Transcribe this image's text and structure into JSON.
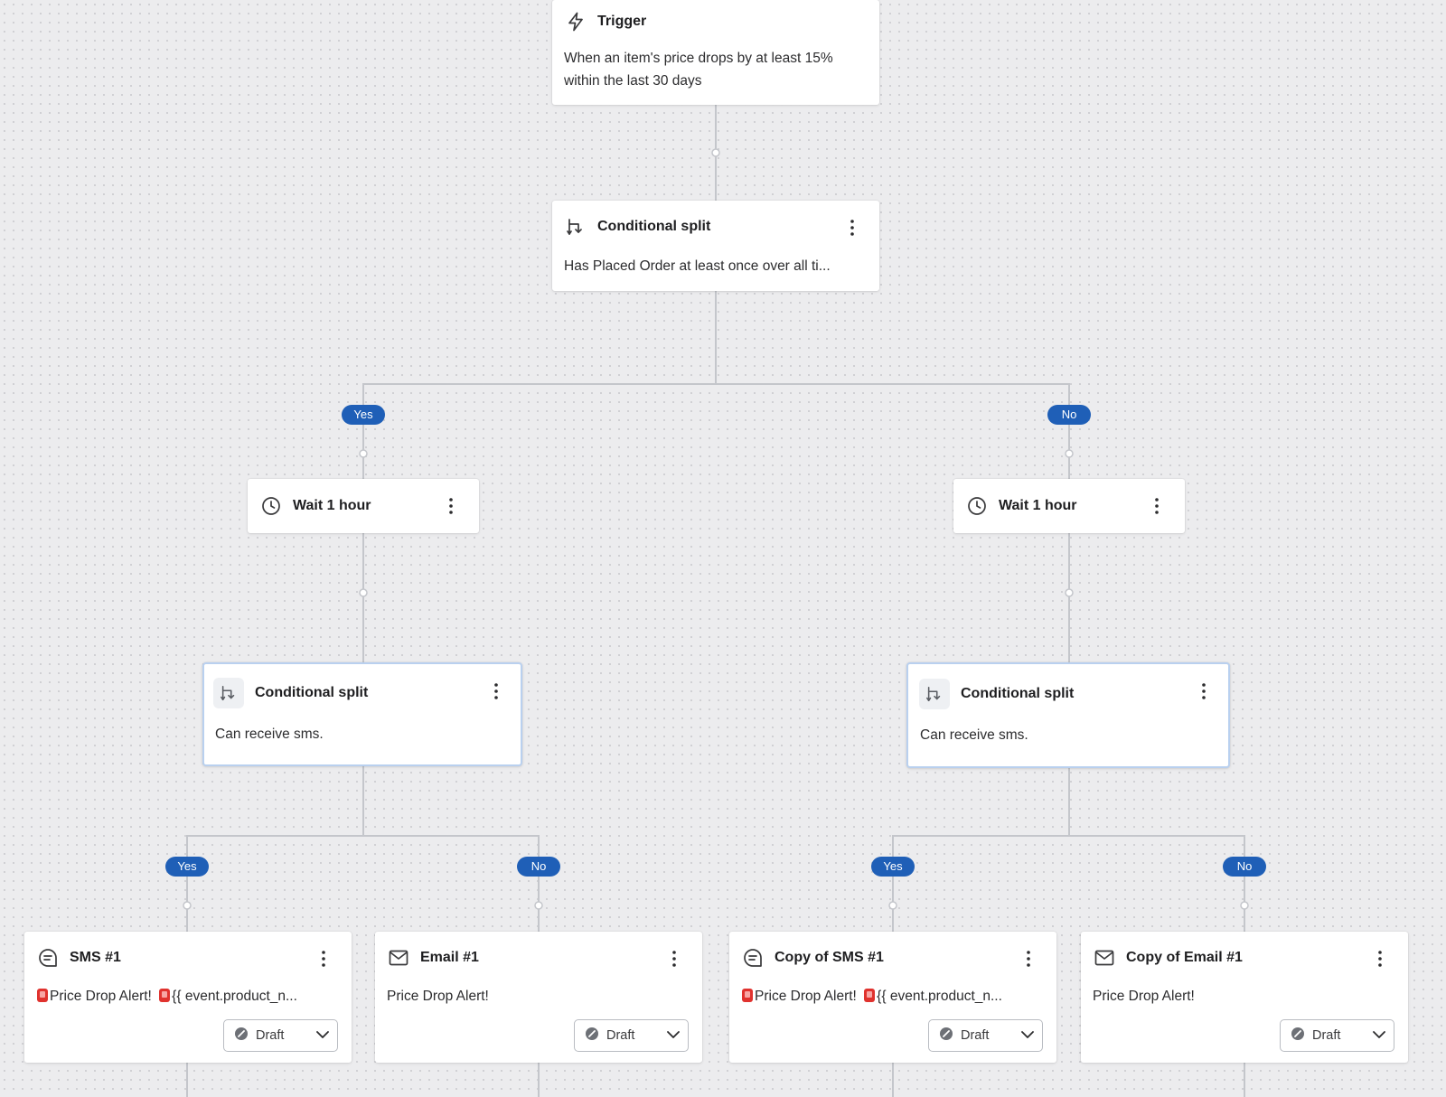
{
  "trigger": {
    "title": "Trigger",
    "description_line1": "When an item's price drops by at least 15%",
    "description_line2": "within the last 30 days",
    "icon": "lightning-icon"
  },
  "split_main": {
    "title": "Conditional split",
    "description": "Has Placed Order at least once over all ti...",
    "icon": "split-icon"
  },
  "branch_labels": {
    "yes": "Yes",
    "no": "No"
  },
  "wait_left": {
    "title": "Wait 1 hour",
    "icon": "clock-icon"
  },
  "wait_right": {
    "title": "Wait 1 hour",
    "icon": "clock-icon"
  },
  "split_left": {
    "title": "Conditional split",
    "description": "Can receive sms."
  },
  "split_right": {
    "title": "Conditional split",
    "description": "Can receive sms."
  },
  "sms1": {
    "title": "SMS #1",
    "text1": "Price Drop Alert!",
    "text2": "{{ event.product_n...",
    "status": "Draft",
    "icon": "chat-bubble-icon"
  },
  "email1": {
    "title": "Email #1",
    "text": "Price Drop Alert!",
    "status": "Draft",
    "icon": "envelope-icon"
  },
  "sms_copy": {
    "title": "Copy of SMS #1",
    "text1": "Price Drop Alert!",
    "text2": "{{ event.product_n...",
    "status": "Draft",
    "icon": "chat-bubble-icon"
  },
  "email_copy": {
    "title": "Copy of Email #1",
    "text": "Price Drop Alert!",
    "status": "Draft",
    "icon": "envelope-icon"
  },
  "colors": {
    "background": "#ececee",
    "branch_pill": "#1f5fb7",
    "connector": "#c4c6cb",
    "selected_border": "#b9d0ef",
    "alert_emoji": "#e0322e"
  }
}
